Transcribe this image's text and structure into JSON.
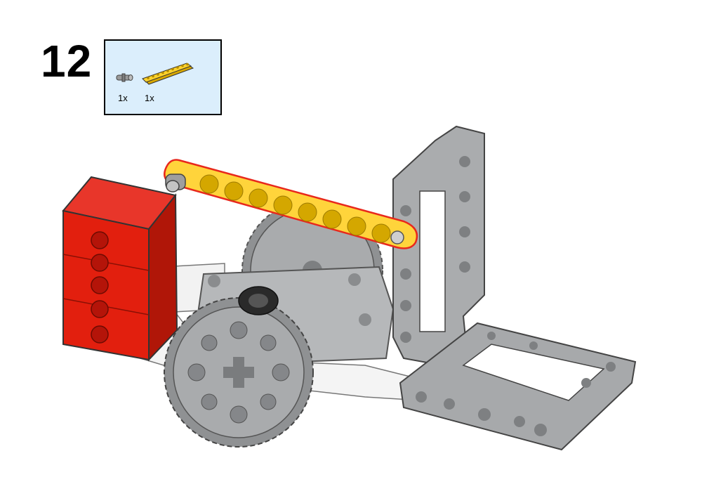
{
  "step": {
    "number": "12"
  },
  "parts_list": {
    "items": [
      {
        "part": "pin-icon",
        "quantity": "1x",
        "color": "#9a9a9a"
      },
      {
        "part": "yellow-beam-icon",
        "quantity": "1x",
        "color": "#ffd32a"
      }
    ]
  },
  "model": {
    "colors": {
      "red_block": "#e21f0e",
      "yellow_beam": "#ffd43b",
      "frame_gray": "#a7a9ab",
      "gear_gray": "#9ea0a2",
      "white_part": "#f4f4f4",
      "highlight_outline": "#e8281c"
    }
  }
}
